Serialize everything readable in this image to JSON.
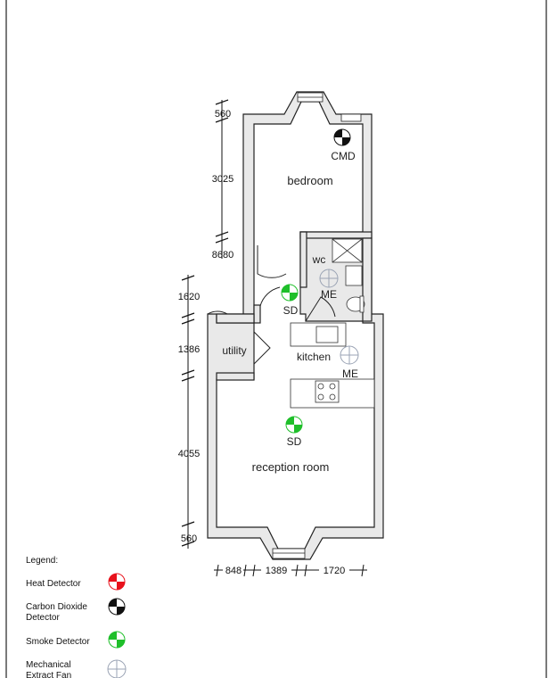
{
  "rooms": {
    "bedroom": "bedroom",
    "wc": "wc",
    "utility": "utility",
    "kitchen": "kitchen",
    "reception": "reception room"
  },
  "devices": {
    "cmd": "CMD",
    "sd_hall": "SD",
    "sd_reception": "SD",
    "me_wc": "ME",
    "me_kitchen": "ME"
  },
  "dimensions": {
    "vertical": [
      "560",
      "3025",
      "8680",
      "1620",
      "1386",
      "4055",
      "560"
    ],
    "horizontal": [
      "848",
      "1389",
      "1720"
    ]
  },
  "legend": {
    "title": "Legend:",
    "items": [
      {
        "lines": [
          "Heat Detector"
        ],
        "icon": "heat-detector-icon",
        "color": "#e8121c"
      },
      {
        "lines": [
          "Carbon Dioxide",
          "Detector"
        ],
        "icon": "carbon-dioxide-detector-icon",
        "color": "#111111"
      },
      {
        "lines": [
          "Smoke Detector"
        ],
        "icon": "smoke-detector-icon",
        "color": "#1fbf2a"
      },
      {
        "lines": [
          "Mechanical",
          "Extract Fan"
        ],
        "icon": "extract-fan-icon",
        "color": "#9aa3b4"
      }
    ]
  },
  "colors": {
    "wall_fill": "#e9e9e9",
    "wall_stroke": "#222222",
    "smoke": "#1fbf2a",
    "carbon": "#111111",
    "heat": "#e8121c",
    "fan": "#9aa3b4"
  }
}
